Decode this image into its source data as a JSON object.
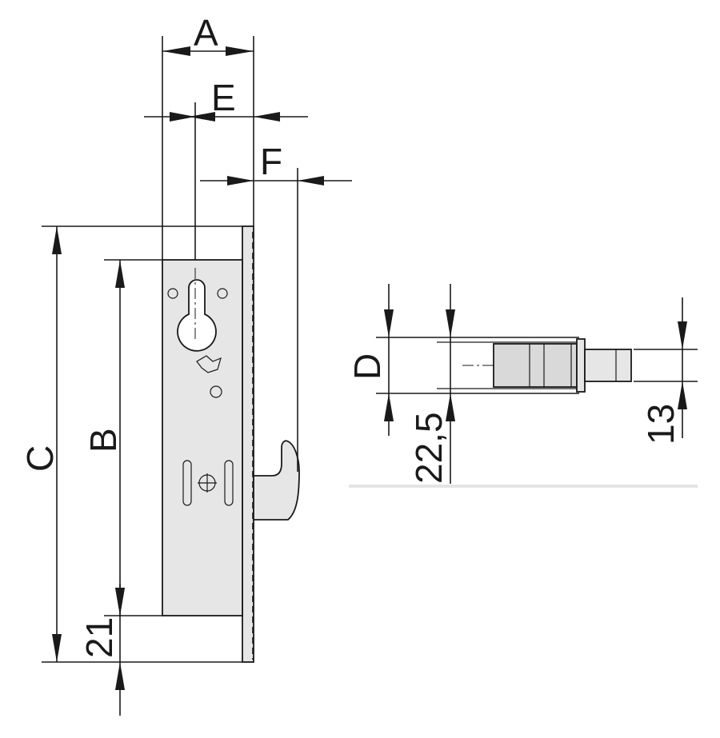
{
  "labels": {
    "A": "A",
    "B": "B",
    "C": "C",
    "D": "D",
    "E": "E",
    "F": "F",
    "d21": "21",
    "d22_5": "22,5",
    "d13": "13"
  },
  "colors": {
    "line": "#1a1a1a",
    "body_fill": "#e6e6e6",
    "cylinder_fill": "#d9d9d9",
    "background": "#ffffff"
  }
}
